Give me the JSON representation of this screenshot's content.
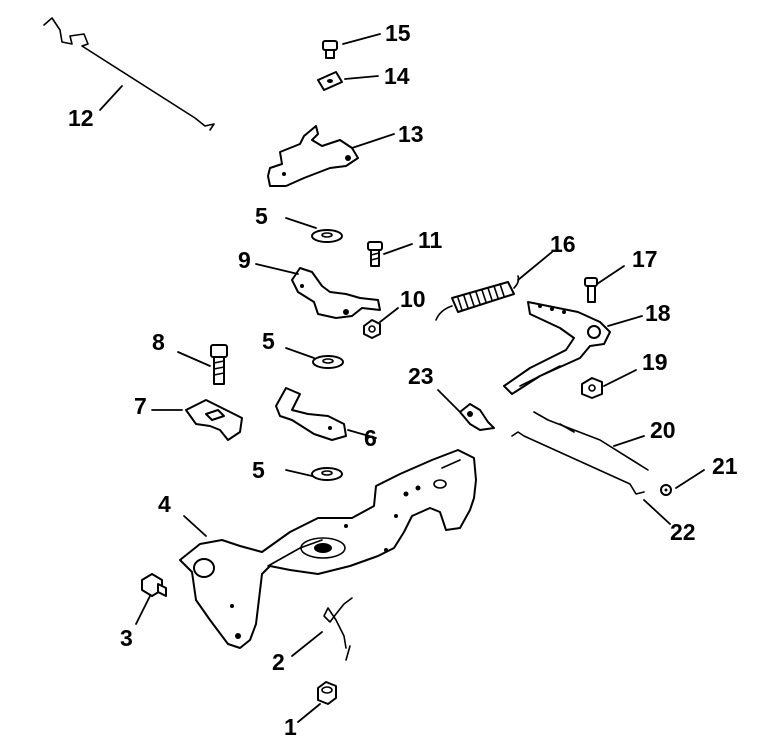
{
  "diagram": {
    "callouts": [
      {
        "id": "1",
        "label": "1"
      },
      {
        "id": "2",
        "label": "2"
      },
      {
        "id": "3",
        "label": "3"
      },
      {
        "id": "4",
        "label": "4"
      },
      {
        "id": "5a",
        "label": "5"
      },
      {
        "id": "5b",
        "label": "5"
      },
      {
        "id": "5c",
        "label": "5"
      },
      {
        "id": "6",
        "label": "6"
      },
      {
        "id": "7",
        "label": "7"
      },
      {
        "id": "8",
        "label": "8"
      },
      {
        "id": "9",
        "label": "9"
      },
      {
        "id": "10",
        "label": "10"
      },
      {
        "id": "11",
        "label": "11"
      },
      {
        "id": "12",
        "label": "12"
      },
      {
        "id": "13",
        "label": "13"
      },
      {
        "id": "14",
        "label": "14"
      },
      {
        "id": "15",
        "label": "15"
      },
      {
        "id": "16",
        "label": "16"
      },
      {
        "id": "17",
        "label": "17"
      },
      {
        "id": "18",
        "label": "18"
      },
      {
        "id": "19",
        "label": "19"
      },
      {
        "id": "20",
        "label": "20"
      },
      {
        "id": "21",
        "label": "21"
      },
      {
        "id": "22",
        "label": "22"
      },
      {
        "id": "23",
        "label": "23"
      }
    ]
  }
}
